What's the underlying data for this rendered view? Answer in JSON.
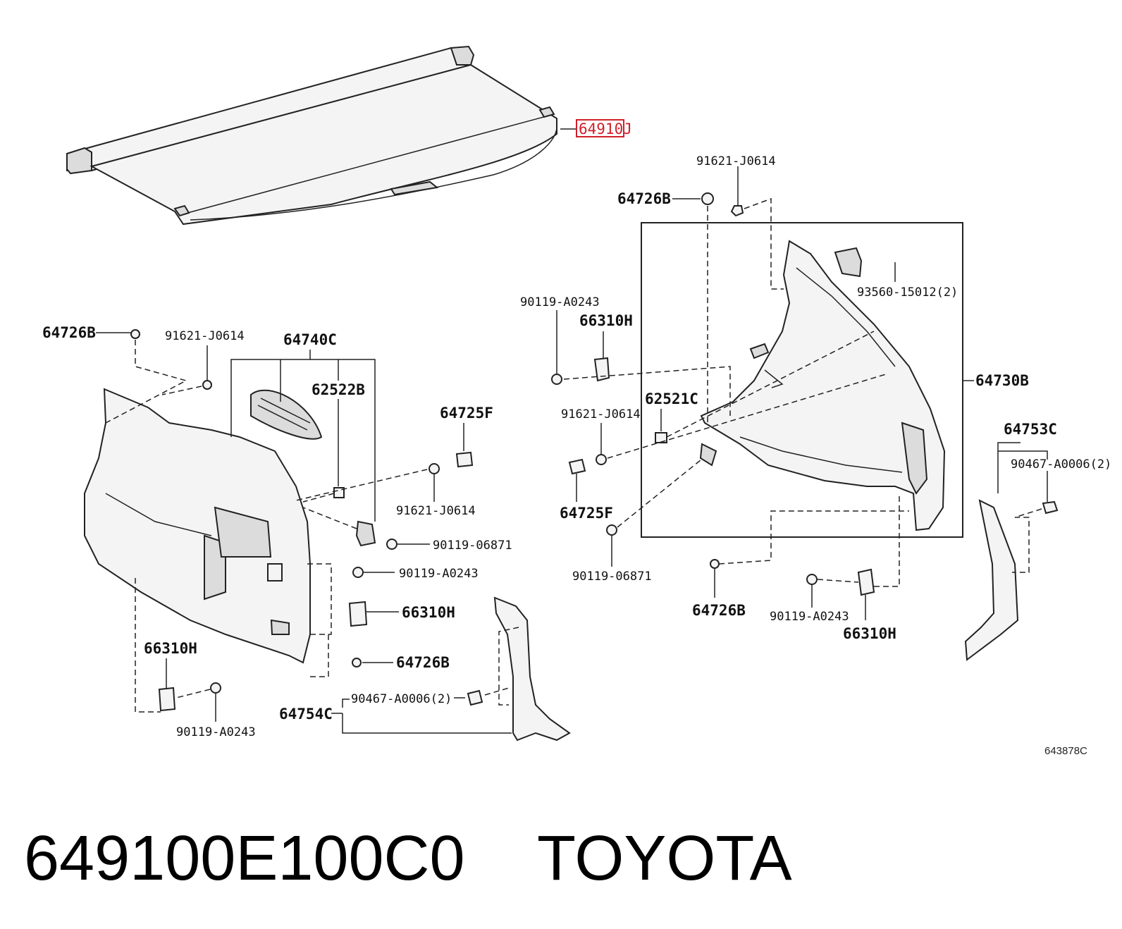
{
  "diagram": {
    "highlighted_part": "64910J",
    "illustration_id": "643878C",
    "footer": {
      "part_number": "649100E100C0",
      "brand": "TOYOTA"
    },
    "labels": {
      "cover_tonneau": "64910J",
      "clip_top": "91621-J0614",
      "clip_b_top": "64726B",
      "bolt_93560": "93560-15012(2)",
      "screw_a0243_r": "90119-A0243",
      "bracket_66310h_r": "66310H",
      "trim_64730b": "64730B",
      "retainer_62521c": "62521C",
      "clip_91621_mid": "91621-J0614",
      "clip_64725f_r": "64725F",
      "screw_06871_r": "90119-06871",
      "clip_64726b_bot": "64726B",
      "screw_a0243_bot": "90119-A0243",
      "bracket_66310h_bot": "66310H",
      "pillar_64753c": "64753C",
      "fastener_a0006_r": "90467-A0006(2)",
      "clip_64726b_left": "64726B",
      "clip_91621_left": "91621-J0614",
      "panel_64740c": "64740C",
      "grille_62522b": "62522B",
      "clip_64725f_l": "64725F",
      "clip_91621_l2": "91621-J0614",
      "screw_06871_l": "90119-06871",
      "screw_a0243_l": "90119-A0243",
      "bracket_66310h_l": "66310H",
      "clip_64726b_l2": "64726B",
      "bracket_66310h_l2": "66310H",
      "screw_a0243_l2": "90119-A0243",
      "fastener_a0006_l": "90467-A0006(2)",
      "pillar_64754c": "64754C"
    }
  }
}
